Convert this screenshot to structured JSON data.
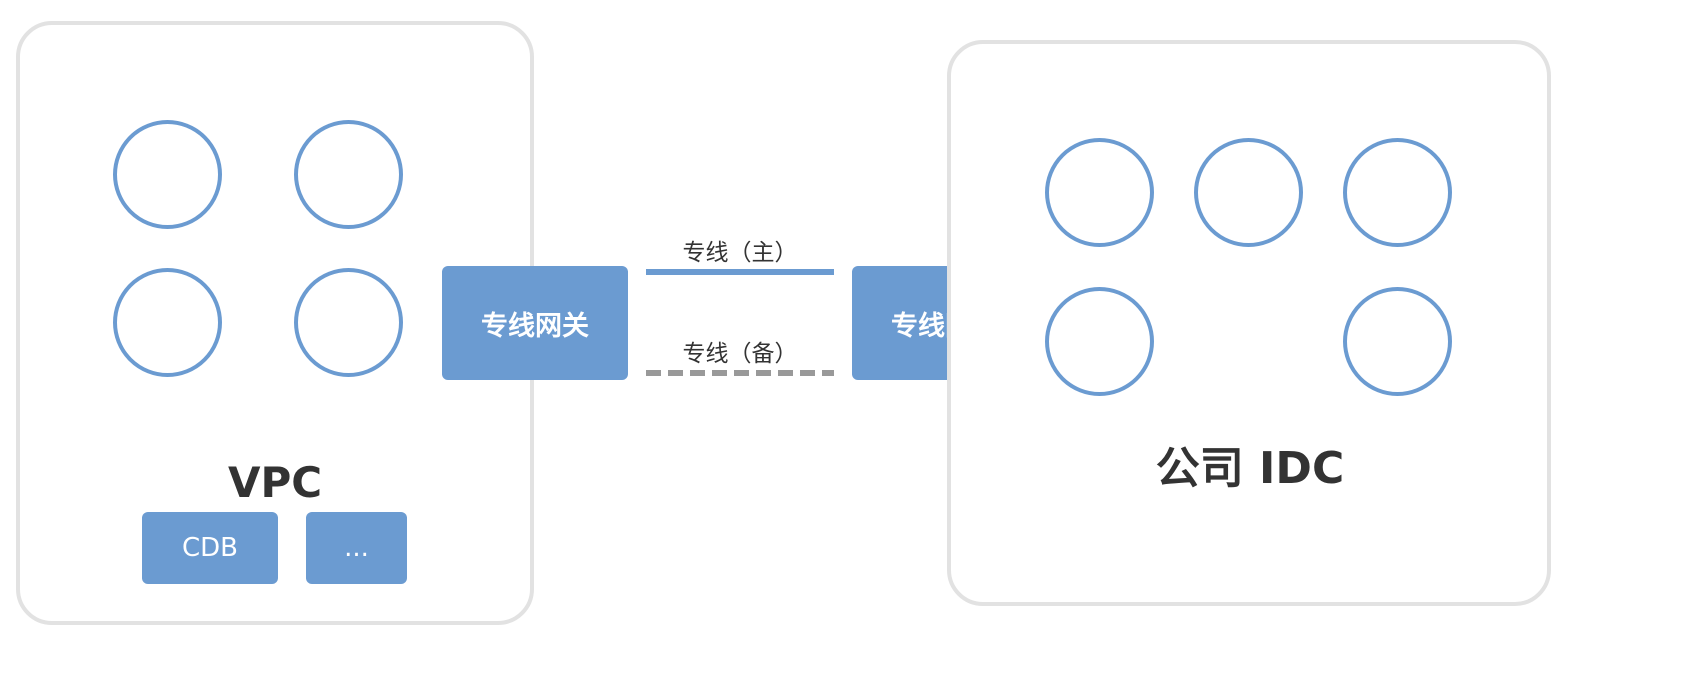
{
  "vpc": {
    "title": "VPC",
    "services": [
      "CDB",
      "..."
    ]
  },
  "idc": {
    "title": "公司 IDC"
  },
  "gateways": {
    "left_label": "专线网关",
    "right_label": "专线网关"
  },
  "links": {
    "primary_label": "专线（主）",
    "backup_label": "专线（备）"
  },
  "colors": {
    "accent": "#6b9bd1",
    "panel_border": "#e2e2e2",
    "backup_line": "#999999",
    "text": "#333333"
  }
}
